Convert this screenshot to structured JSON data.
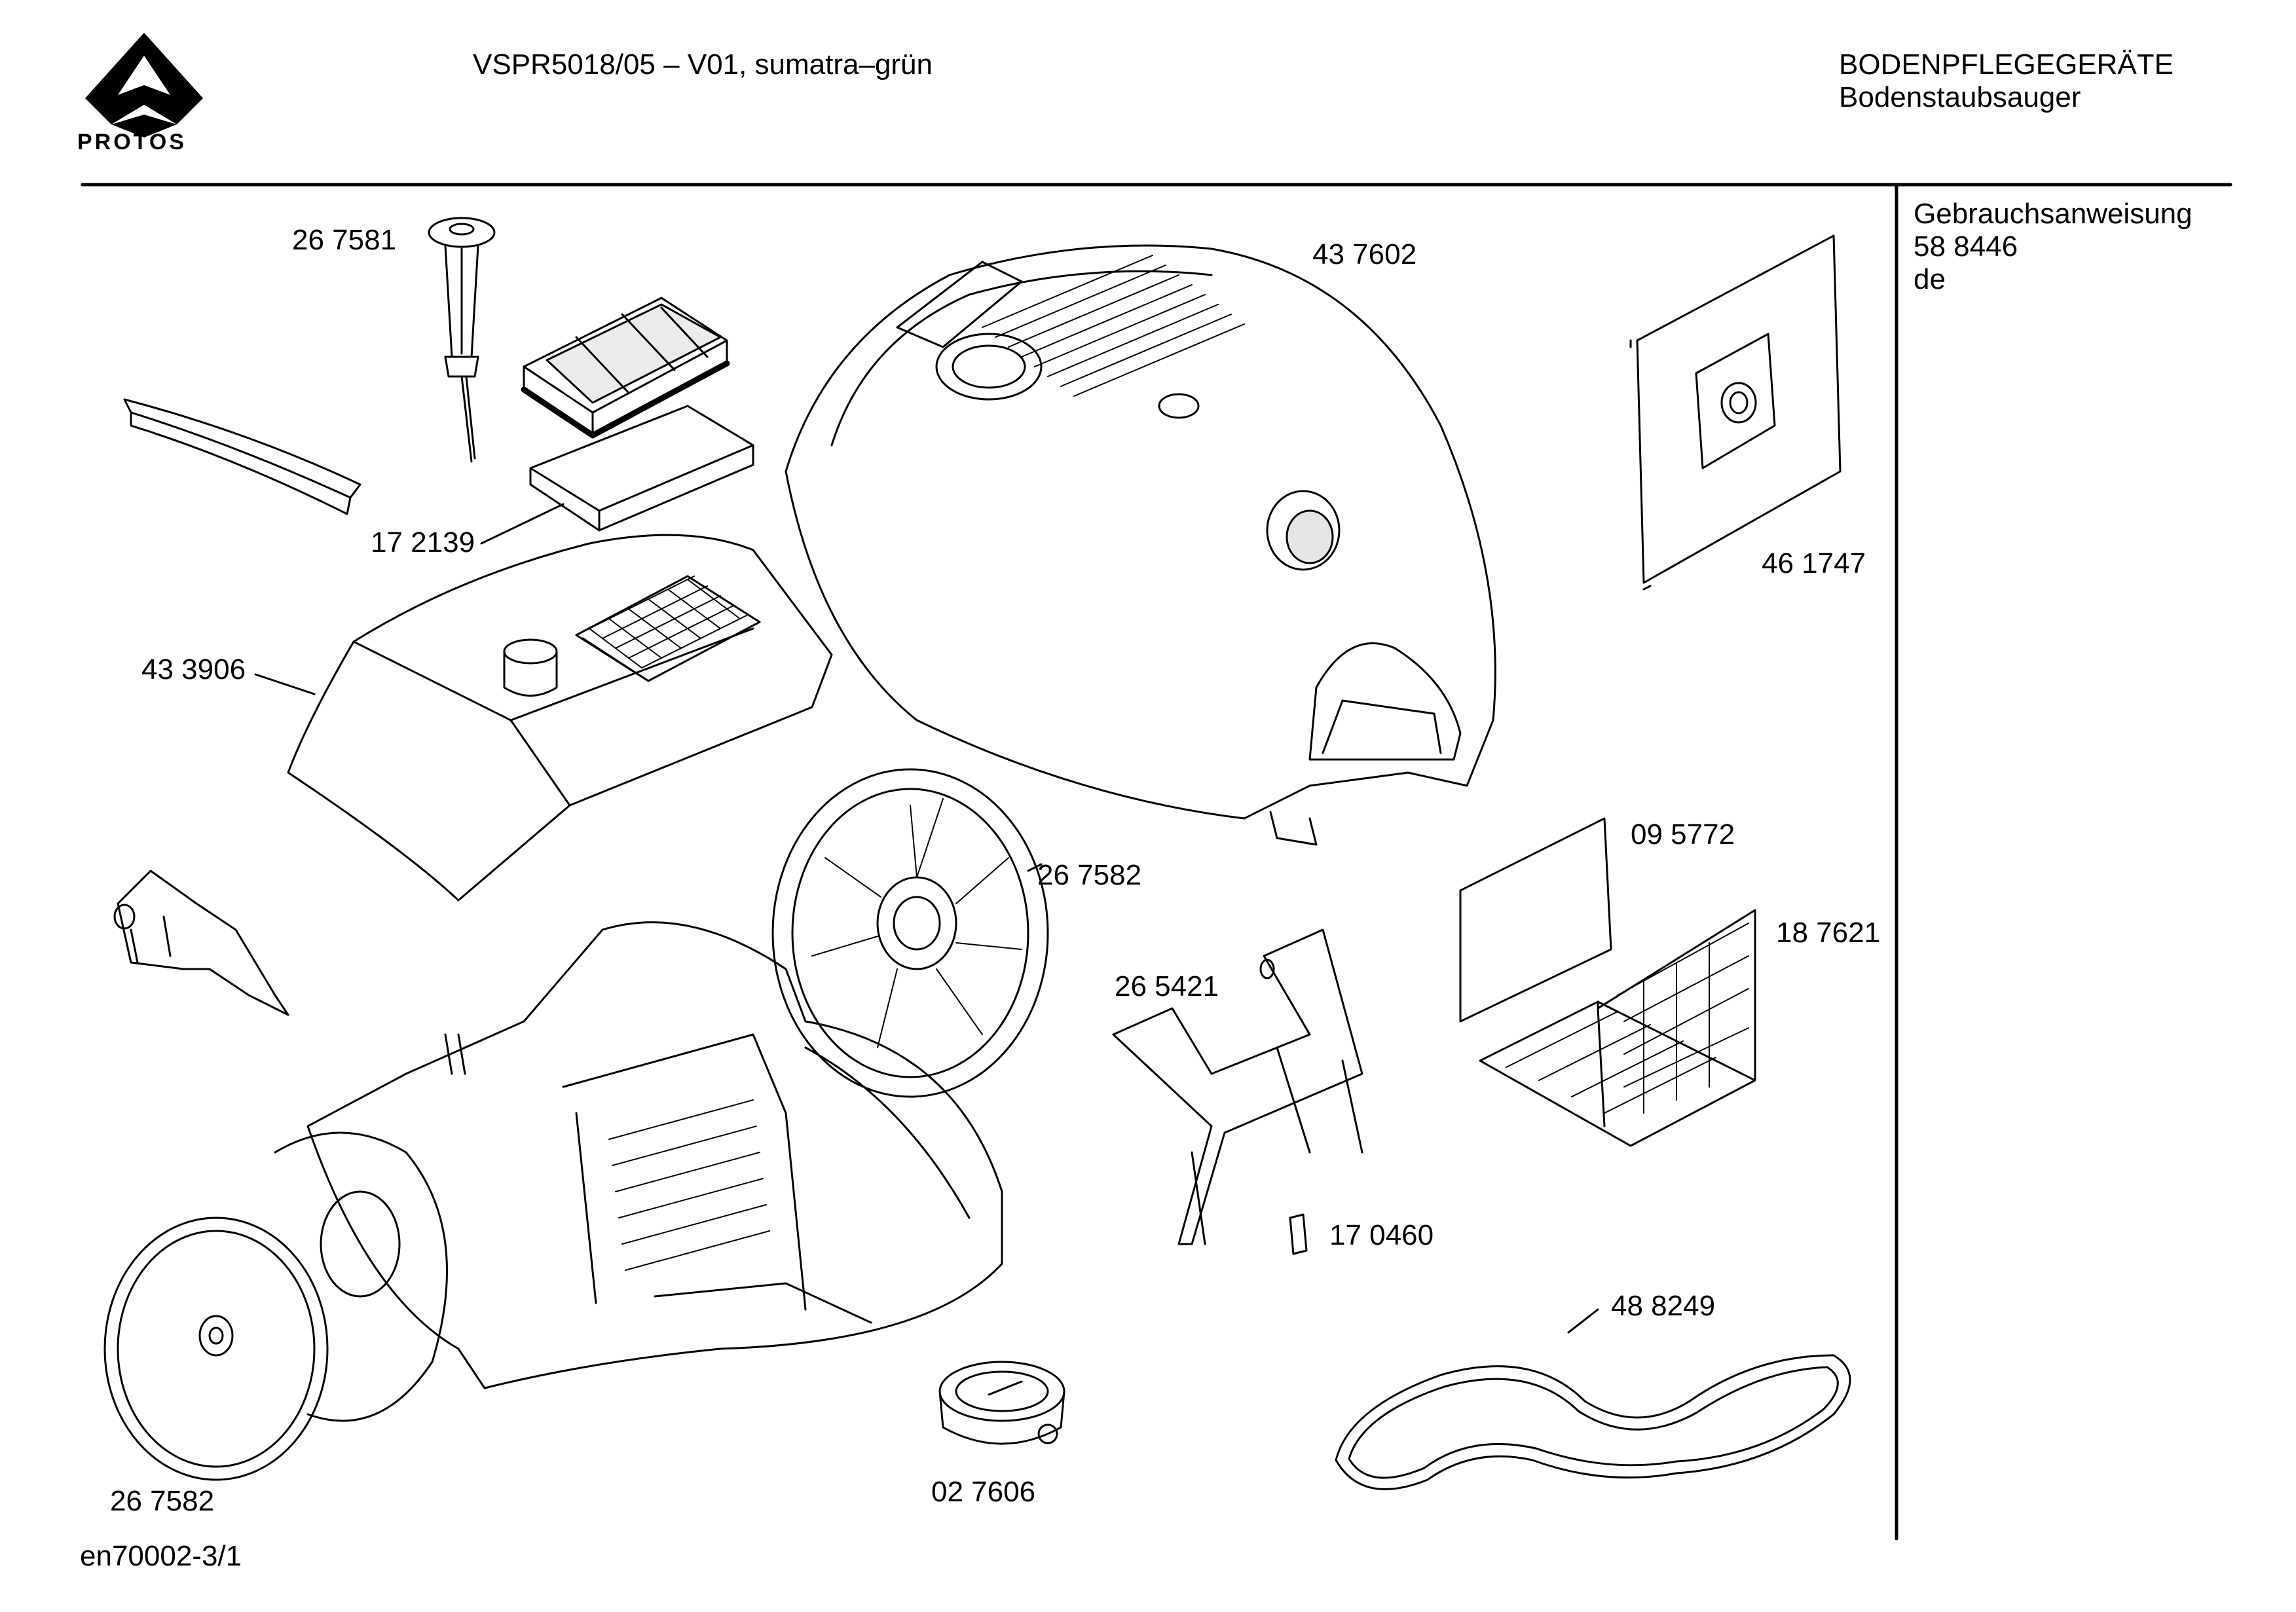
{
  "header": {
    "brand": "PROTOS",
    "model": "VSPR5018/05 – V01, sumatra–grün",
    "category": "BODENPFLEGEGERÄTE",
    "subcategory": "Bodenstaubsauger"
  },
  "sidebar": {
    "manual_label": "Gebrauchsanweisung",
    "manual_number": "58 8446",
    "manual_lang": "de"
  },
  "parts": [
    {
      "id": "part-267581",
      "number": "26 7581"
    },
    {
      "id": "part-437602",
      "number": "43 7602"
    },
    {
      "id": "part-461747",
      "number": "46 1747"
    },
    {
      "id": "part-172139",
      "number": "17 2139"
    },
    {
      "id": "part-433906",
      "number": "43 3906"
    },
    {
      "id": "part-267582-top",
      "number": "26 7582"
    },
    {
      "id": "part-095772",
      "number": "09 5772"
    },
    {
      "id": "part-187621",
      "number": "18 7621"
    },
    {
      "id": "part-265421",
      "number": "26 5421"
    },
    {
      "id": "part-170460",
      "number": "17 0460"
    },
    {
      "id": "part-488249",
      "number": "48 8249"
    },
    {
      "id": "part-267582-bottom",
      "number": "26 7582"
    },
    {
      "id": "part-027606",
      "number": "02 7606"
    }
  ],
  "footer": {
    "doc_code": "en70002-3/1"
  }
}
